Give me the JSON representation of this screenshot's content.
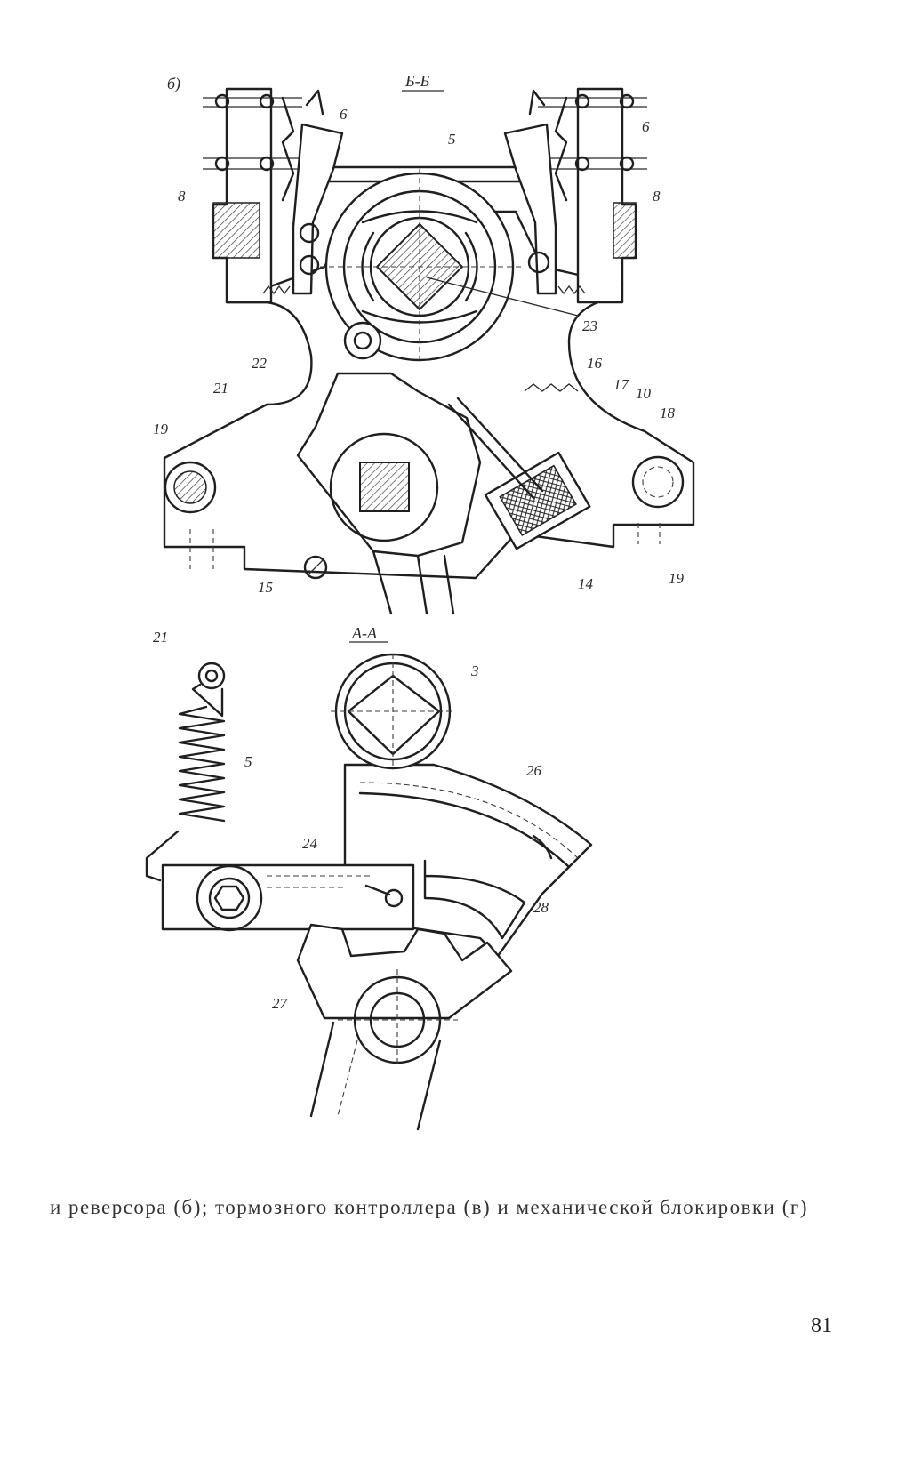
{
  "figure": {
    "panel_b": {
      "panel_letter": "б)",
      "section_label": "Б-Б",
      "callouts": {
        "c6_left": "6",
        "c6_right": "6",
        "c5": "5",
        "c8_left": "8",
        "c8_right": "8",
        "c23": "23",
        "c22": "22",
        "c21": "21",
        "c16": "16",
        "c17": "17",
        "c10": "10",
        "c18": "18",
        "c19_left": "19",
        "c19_right": "19",
        "c15": "15",
        "c14": "14"
      }
    },
    "panel_g": {
      "section_label": "А-А",
      "callouts": {
        "c21": "21",
        "c3": "3",
        "c5": "5",
        "c26": "26",
        "c24": "24",
        "c28": "28",
        "c27": "27"
      }
    }
  },
  "caption": "и реверсора (б); тормозного контроллера (в) и механической блокировки (г)",
  "page_number": "81",
  "colors": {
    "ink": "#1f1f1f",
    "paper": "#ffffff"
  }
}
